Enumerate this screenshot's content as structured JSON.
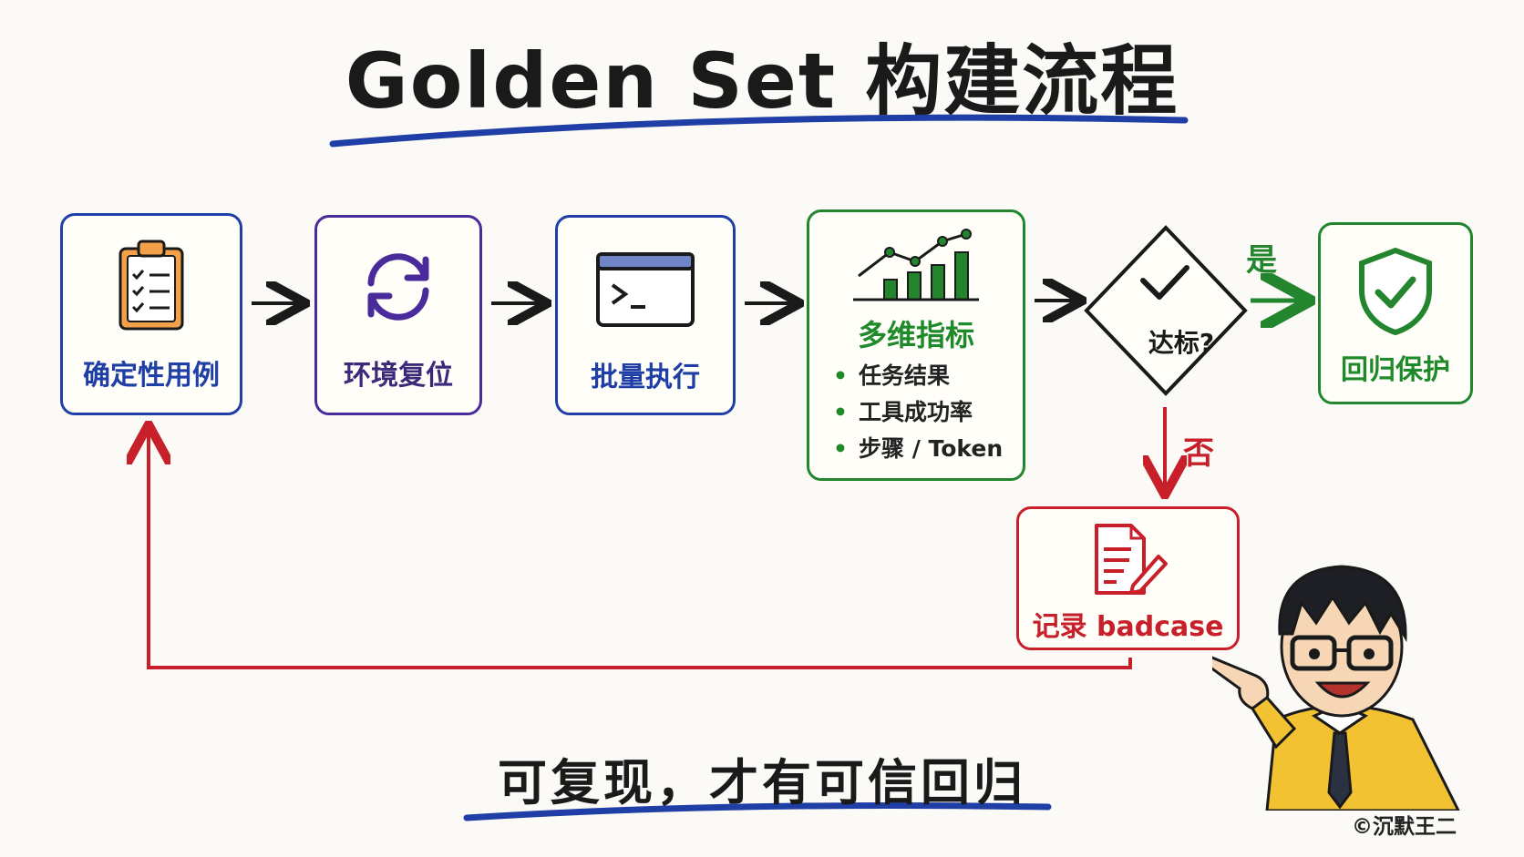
{
  "title": "Golden Set 构建流程",
  "steps": [
    {
      "label": "确定性用例",
      "icon": "clipboard-checklist-icon"
    },
    {
      "label": "环境复位",
      "icon": "refresh-cycle-icon"
    },
    {
      "label": "批量执行",
      "icon": "terminal-window-icon"
    }
  ],
  "metrics": {
    "label": "多维指标",
    "icon": "growth-chart-icon",
    "items": [
      "任务结果",
      "工具成功率",
      "步骤 / Token"
    ]
  },
  "decision": {
    "label": "达标?",
    "yes": "是",
    "no": "否"
  },
  "protect": {
    "label": "回归保护",
    "icon": "shield-check-icon"
  },
  "badcase": {
    "label": "记录 badcase",
    "icon": "document-edit-icon"
  },
  "subtitle": "可复现，才有可信回归",
  "copyright": "©沉默王二",
  "colors": {
    "blue": "#1f3fa6",
    "purple": "#4a2b9b",
    "green": "#23862e",
    "red": "#c8202a",
    "orange": "#e8892e"
  }
}
